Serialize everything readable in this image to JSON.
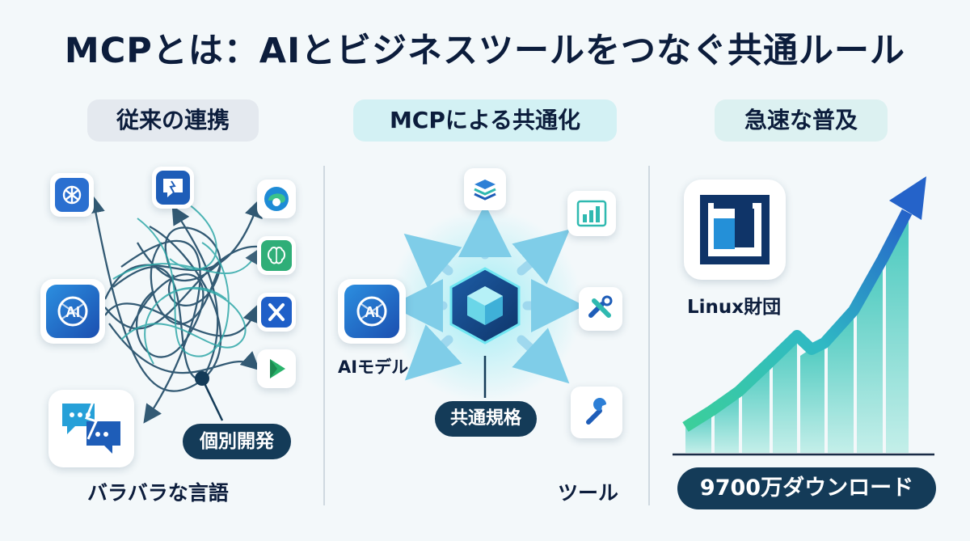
{
  "title": "MCPとは：AIとビジネスツールをつなぐ共通ルール",
  "sections": [
    {
      "heading": "従来の連携",
      "labels": {
        "dev": "個別開発",
        "bottom": "バラバラな言語"
      }
    },
    {
      "heading": "MCPによる共通化",
      "labels": {
        "model": "AIモデル",
        "standard": "共通規格",
        "tools": "ツール"
      }
    },
    {
      "heading": "急速な普及",
      "labels": {
        "org": "Linux財団",
        "downloads": "9700万ダウンロード"
      }
    }
  ],
  "icons": [
    "openai-icon",
    "chat-bubble-icon",
    "edge-icon",
    "brain-icon",
    "x-icon",
    "play-icon",
    "broken-chat-icon",
    "ai-model-icon",
    "layers-icon",
    "bar-chart-icon",
    "tools-icon",
    "wrench-icon",
    "mcp-hexagon-icon",
    "linux-foundation-icon"
  ],
  "colors": {
    "navy": "#143b58",
    "teal": "#2fb9b0",
    "blue": "#2563c9",
    "cyan": "#3fc6e0",
    "green": "#3cc28a"
  }
}
